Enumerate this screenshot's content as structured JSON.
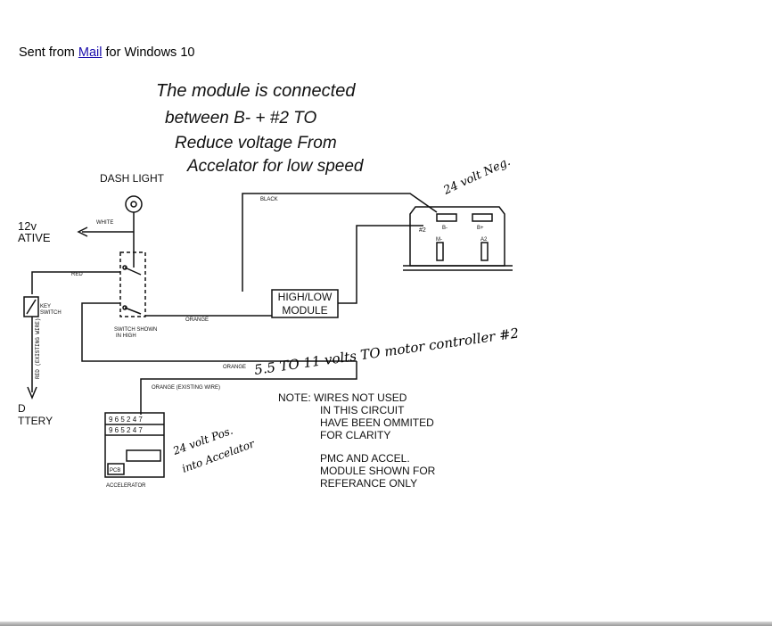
{
  "email": {
    "sent_prefix": "Sent from ",
    "mail_link": "Mail",
    "sent_suffix": " for Windows 10"
  },
  "diagram": {
    "handwritten_note": [
      "The module is connected",
      "between B- + #2 TO",
      "Reduce voltage From",
      "Accelator for low speed"
    ],
    "neg_24v_label": "24 volt Neg.",
    "motor_controller_label": "5.5 TO 11 volts TO motor controller #2",
    "accel_pos_label": [
      "24 volt Pos.",
      "into Accelator"
    ],
    "dash_light": "DASH LIGHT",
    "v12_label": "12v",
    "negative_label": "ATIVE",
    "battery_label_top": "D",
    "battery_label": "TTERY",
    "key_switch": [
      "KEY",
      "SWITCH"
    ],
    "red_existing_wire": "RED (EXISTING WIRE)",
    "white_label": "WHITE",
    "red_label": "RED",
    "black_label": "BLACK",
    "orange_label": "ORANGE",
    "orange_label_2": "ORANGE",
    "orange_existing": "ORANGE (EXISTING WIRE)",
    "switch_shown": [
      "SWITCH SHOWN",
      "IN HIGH"
    ],
    "module_label": [
      "HIGH/LOW",
      "MODULE"
    ],
    "controller_terminals": [
      "B-",
      "B+",
      "M-",
      "A2"
    ],
    "controller_side_label": "#2",
    "accel_pins": "9 6 5 2 4 7",
    "accel_pins_2": "9 6 5 2 4 7",
    "accel_pcb": "PCB",
    "accel_label": "ACCELERATOR",
    "note_lines": [
      "NOTE: WIRES NOT USED",
      "IN THIS CIRCUIT",
      "HAVE BEEN OMMITED",
      "FOR CLARITY"
    ],
    "pmc_lines": [
      "PMC AND ACCEL.",
      "MODULE SHOWN FOR",
      "REFERANCE ONLY"
    ]
  }
}
